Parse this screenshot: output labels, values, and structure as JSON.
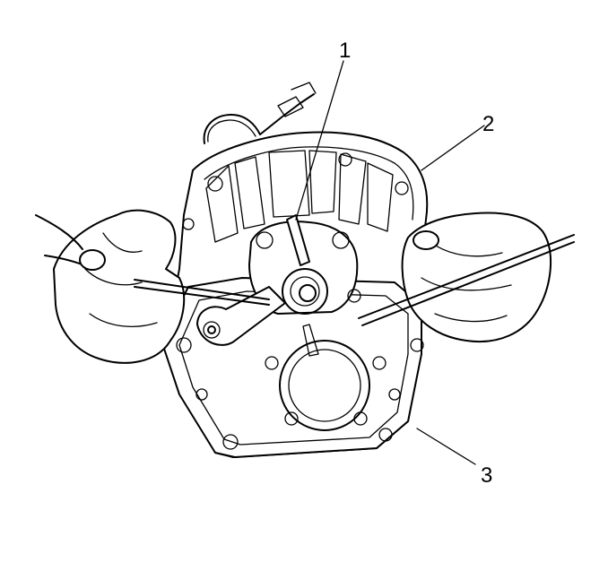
{
  "callouts": {
    "one": "1",
    "two": "2",
    "three": "3"
  },
  "colors": {
    "line": "#000000",
    "background": "#ffffff"
  }
}
